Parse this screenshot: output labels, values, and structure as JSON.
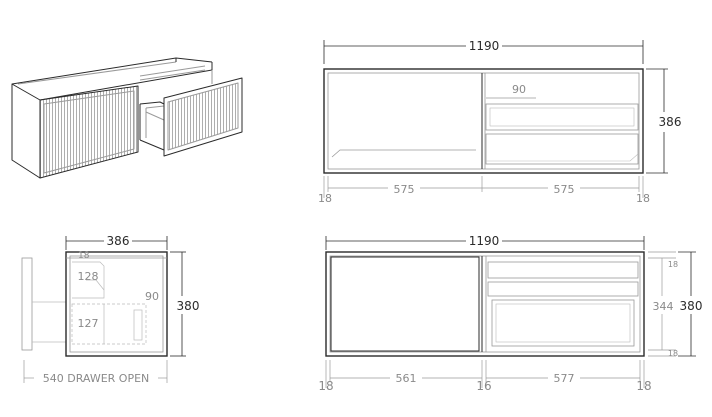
{
  "top_view": {
    "overall_width": "1190",
    "inner_rail": "90",
    "depth": "386",
    "left_side": "18",
    "left_opening": "575",
    "right_opening": "575",
    "right_side": "18"
  },
  "side_view": {
    "depth": "386",
    "top_panel": "18",
    "upper_drawer": "128",
    "rail": "90",
    "lower_drawer": "127",
    "height": "380",
    "drawer_open": "540 DRAWER OPEN"
  },
  "front_view": {
    "overall_width": "1190",
    "height": "380",
    "inner_height": "344",
    "top_panel": "18",
    "bottom_panel": "18",
    "left_side": "18",
    "left_door": "561",
    "divider": "16",
    "right_drawer": "577",
    "right_side": "18"
  },
  "colors": {
    "line": "#2b2b2b",
    "light_line": "#9a9a9a",
    "dimension_text": "#8a8a8a"
  }
}
